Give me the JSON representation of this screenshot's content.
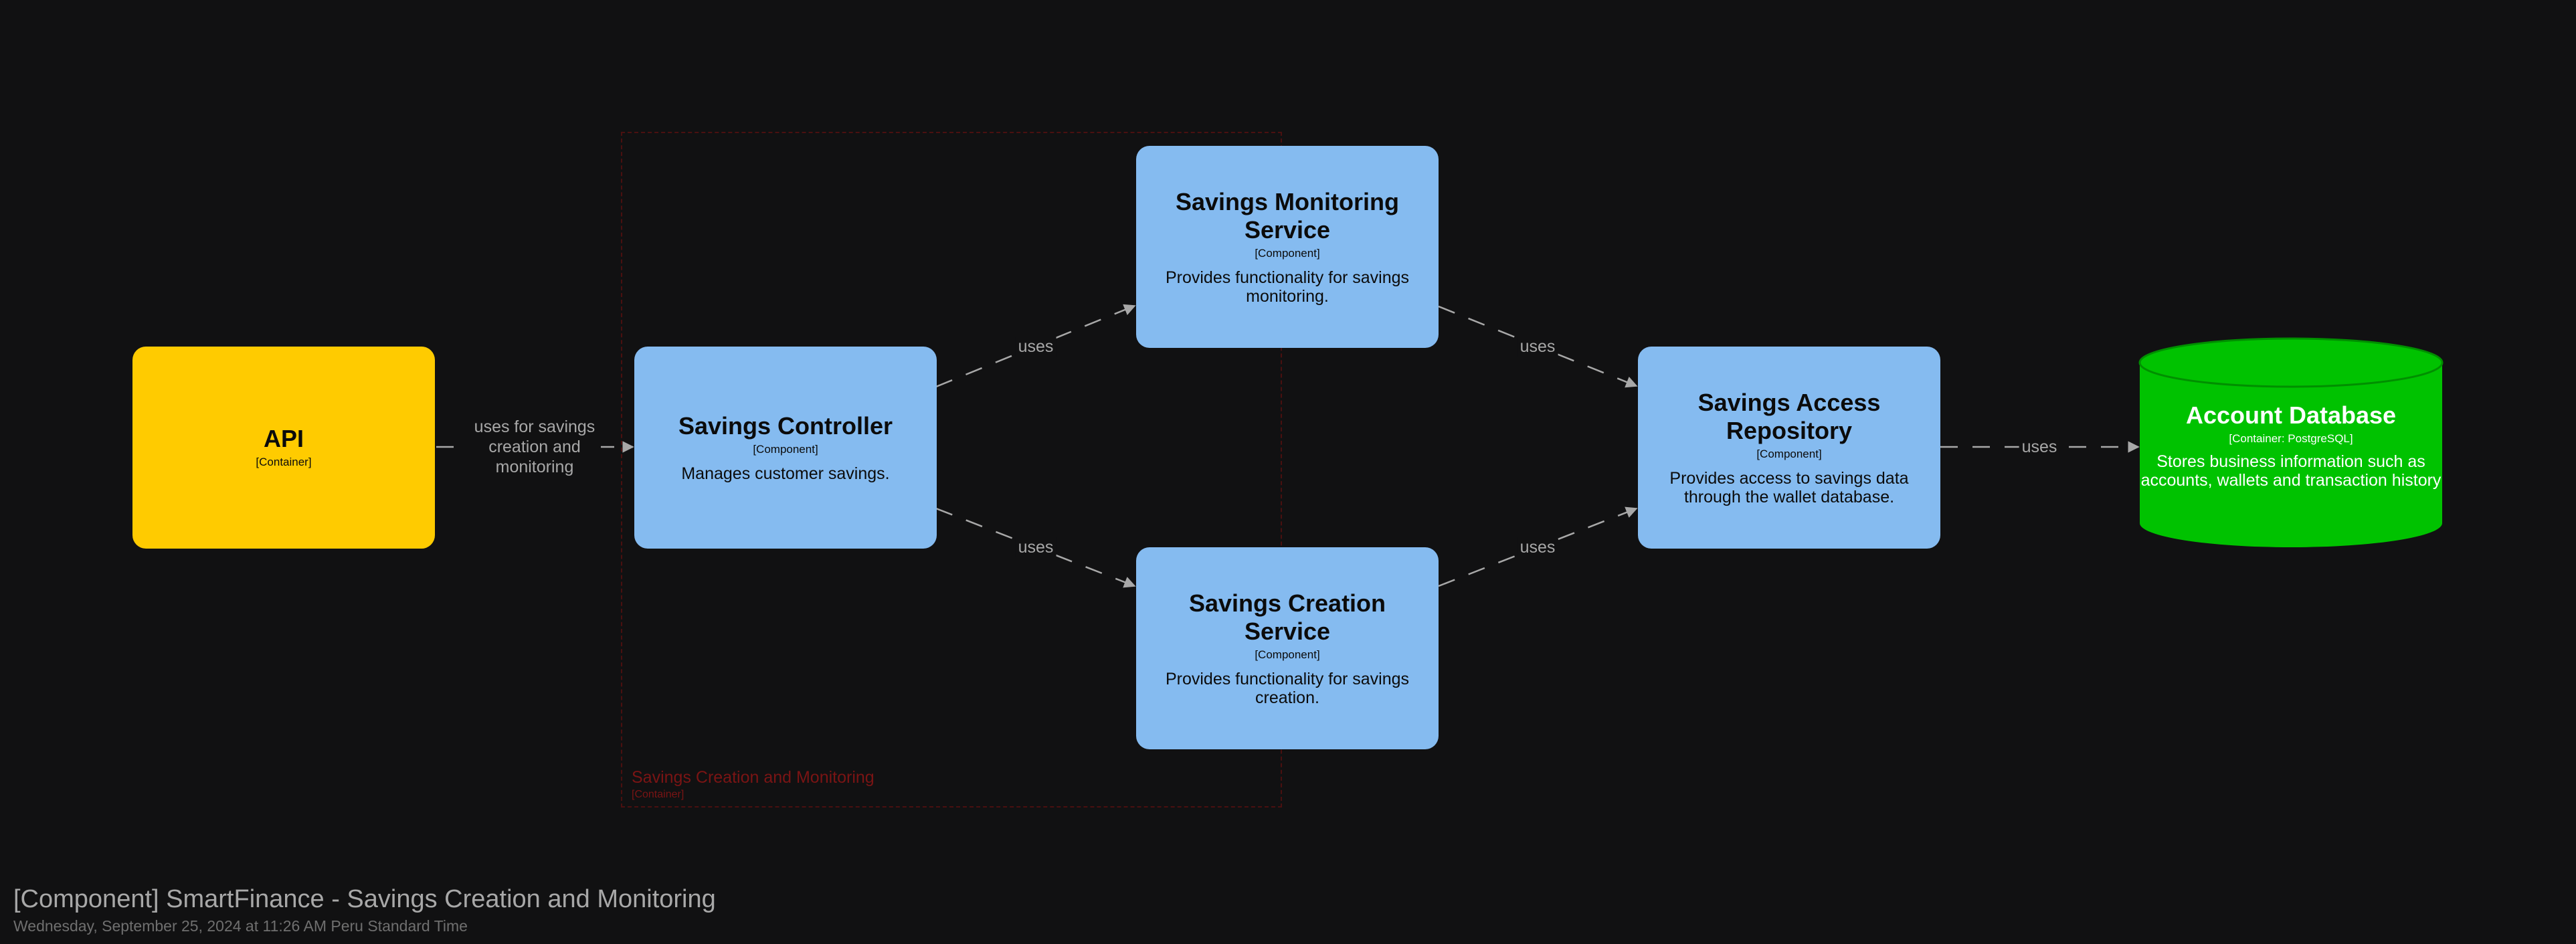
{
  "diagram": {
    "title": "[Component] SmartFinance - Savings Creation and Monitoring",
    "timestamp": "Wednesday, September 25, 2024 at 11:26 AM Peru Standard Time",
    "boundary": {
      "label": "Savings Creation and Monitoring",
      "tech": "[Container]"
    },
    "nodes": {
      "api": {
        "name": "API",
        "tech": "[Container]"
      },
      "controller": {
        "name": "Savings Controller",
        "tech": "[Component]",
        "desc": "Manages customer savings."
      },
      "monitoring": {
        "name": "Savings Monitoring Service",
        "tech": "[Component]",
        "desc": "Provides functionality for savings monitoring."
      },
      "creation": {
        "name": "Savings Creation Service",
        "tech": "[Component]",
        "desc": "Provides functionality for savings creation."
      },
      "repository": {
        "name": "Savings Access Repository",
        "tech": "[Component]",
        "desc": "Provides access to savings data through the wallet database."
      },
      "database": {
        "name": "Account Database",
        "tech": "[Container: PostgreSQL]",
        "desc": "Stores business information such as accounts, wallets and transaction history"
      }
    },
    "edges": {
      "api_controller": "uses for savings creation and monitoring",
      "controller_monitoring": "uses",
      "controller_creation": "uses",
      "monitoring_repository": "uses",
      "creation_repository": "uses",
      "repository_database": "uses"
    },
    "colors": {
      "background": "#111112",
      "component": "#85bbf0",
      "container": "#ffcb00",
      "database": "#00c200",
      "boundary": "#4a1010",
      "edge": "#a8a8a8"
    }
  }
}
